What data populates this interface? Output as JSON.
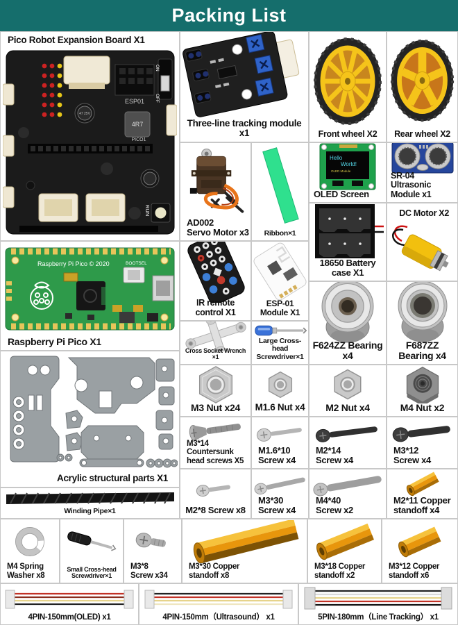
{
  "header": {
    "title": "Packing List"
  },
  "colors": {
    "header_bg": "#156e6c",
    "cell_border": "#c8c8c8",
    "wheel_yellow": "#f5c41a",
    "copper_standoff": "#e8960c",
    "pico_green": "#2e9a4a",
    "oled_pcb_green": "#1fa14c",
    "sr04_blue": "#26469c",
    "ribbon_green": "#2fe08e",
    "tracking_pot_blue": "#2f63c9",
    "label_text": "#111111"
  },
  "labels": {
    "expansion_board": "Pico Robot Expansion Board X1",
    "tracking_module": "Three-line tracking module x1",
    "front_wheel": "Front wheel  X2",
    "rear_wheel": "Rear wheel  X2",
    "servo": "AD002\nServo Motor x3",
    "ribbon": "Ribbon×1",
    "oled": "OLED Screen",
    "sr04": "SR-04 Ultrasonic\nModule x1",
    "battery_case": "18650 Battery case X1",
    "dc_motor": "DC Motor X2",
    "ir_remote": "IR remote control X1",
    "esp01": "ESP-01 Module X1",
    "pico": "Raspberry Pi Pico X1",
    "cross_wrench": "Cross Socket Wrench ×1",
    "large_screwdriver": "Large Cross-head\nScrewdriver×1",
    "f624": "F624ZZ Bearing x4",
    "f687": "F687ZZ Bearing x4",
    "m3_nut": "M3 Nut x24",
    "m16_nut": "M1.6 Nut x4",
    "m2_nut": "M2 Nut x4",
    "m4_nut": "M4 Nut x2",
    "acrylic": "Acrylic structural parts X1",
    "m3x14_screw": "M3*14 Countersunk\nhead screws  X5",
    "m16x10_screw": "M1.6*10\nScrew x4",
    "m2x14_screw": "M2*14\nScrew x4",
    "m3x12_screw": "M3*12\nScrew x4",
    "winding_pipe": "Winding Pipe×1",
    "m2x8_screw": "M2*8 Screw x8",
    "m3x30_screw": "M3*30\nScrew  x4",
    "m4x40_screw": "M4*40\nScrew  x2",
    "m2x11_standoff": "M2*11 Copper\nstandoff  x4",
    "m4_washer": "M4 Spring\nWasher x8",
    "small_screwdriver": "Small Cross-head\nScrewdriver×1",
    "m3x8_screw": "M3*8\nScrew x34",
    "m3x30_standoff": "M3*30 Copper\nstandoff  x8",
    "m3x18_standoff": "M3*18 Copper\nstandoff  x2",
    "m3x12_standoff": "M3*12 Copper\nstandoff  x6",
    "cable_oled": "4PIN-150mm(OLED) x1",
    "cable_ultrasound": "4PIN-150mm（Ultrasound） x1",
    "cable_tracking": "5PIN-180mm（Line Tracking） x1"
  },
  "board_texts": {
    "pico_silk": "Raspberry Pi Pico © 2020",
    "bootsel": "BOOTSEL",
    "esp01_silk": "ESP01",
    "pico1": "PICO1",
    "run": "RUN",
    "on": "ON",
    "off": "OFF",
    "cap47": "47 25V",
    "ind4r7": "4R7",
    "oled_hello": "Hello",
    "oled_world": "World!",
    "oled_module": "OLED Module"
  }
}
